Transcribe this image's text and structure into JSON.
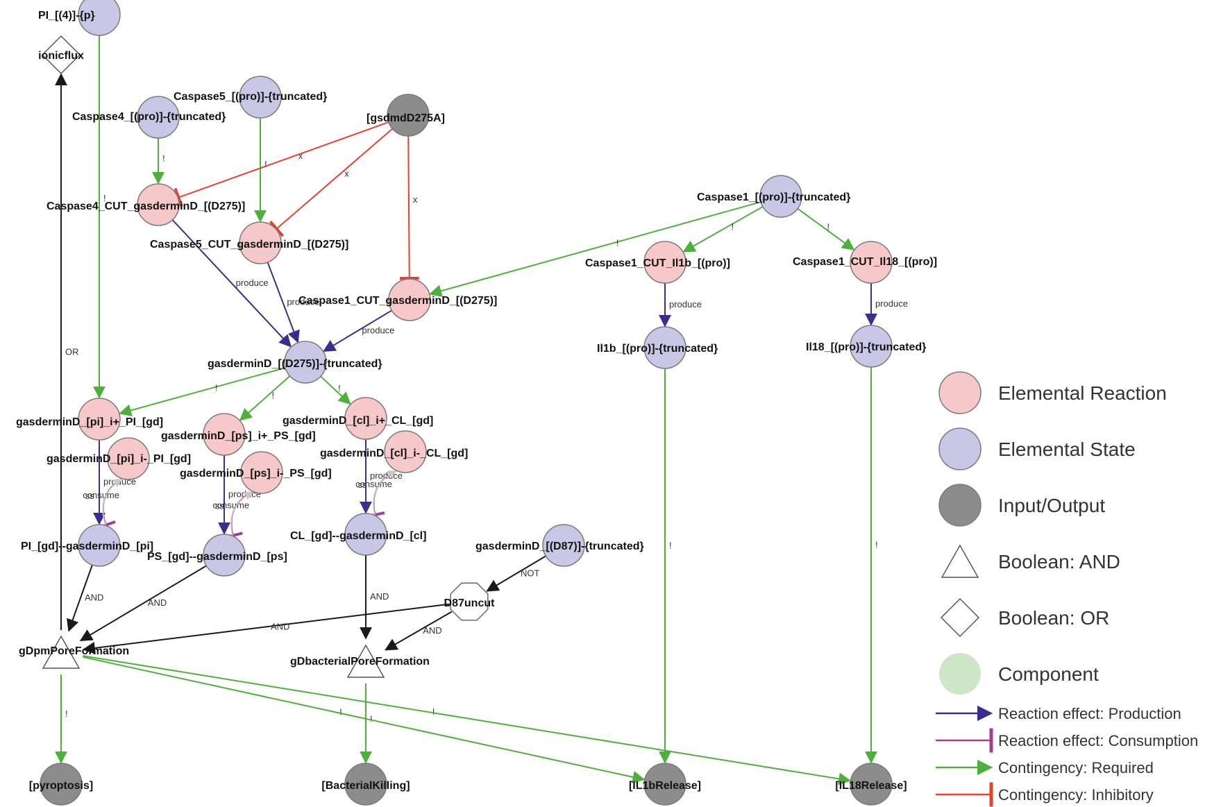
{
  "colors": {
    "reaction": "#f6c8c9",
    "state": "#c8c8e6",
    "io": "#8c8c8c",
    "component": "#cde6c8",
    "production": "#3a2d8f",
    "consumption": "#a43c96",
    "required": "#4db03a",
    "inhibitory": "#e8402b",
    "neutral": "#1a1a1a",
    "self": "#c8c8c8"
  },
  "nodes": [
    {
      "id": "pi4p",
      "label": "PI_[(4)]-{p}",
      "shape": "state"
    },
    {
      "id": "ionicflux",
      "label": "ionicflux",
      "shape": "or"
    },
    {
      "id": "casp5pro",
      "label": "Caspase5_[(pro)]-{truncated}",
      "shape": "state"
    },
    {
      "id": "casp4pro",
      "label": "Caspase4_[(pro)]-{truncated}",
      "shape": "state"
    },
    {
      "id": "gsdmd275a",
      "label": "[gsdmdD275A]",
      "shape": "io"
    },
    {
      "id": "casp4cut",
      "label": "Caspase4_CUT_gasderminD_[(D275)]",
      "shape": "reaction"
    },
    {
      "id": "casp5cut",
      "label": "Caspase5_CUT_gasderminD_[(D275)]",
      "shape": "reaction"
    },
    {
      "id": "casp1pro",
      "label": "Caspase1_[(pro)]-{truncated}",
      "shape": "state"
    },
    {
      "id": "casp1il1b",
      "label": "Caspase1_CUT_Il1b_[(pro)]",
      "shape": "reaction"
    },
    {
      "id": "casp1il18",
      "label": "Caspase1_CUT_Il18_[(pro)]",
      "shape": "reaction"
    },
    {
      "id": "casp1cut",
      "label": "Caspase1_CUT_gasderminD_[(D275)]",
      "shape": "reaction"
    },
    {
      "id": "il1btr",
      "label": "Il1b_[(pro)]-{truncated}",
      "shape": "state"
    },
    {
      "id": "il18tr",
      "label": "Il18_[(pro)]-{truncated}",
      "shape": "state"
    },
    {
      "id": "gsdmd275",
      "label": "gasderminD_[(D275)]-{truncated}",
      "shape": "state"
    },
    {
      "id": "pi_plus",
      "label": "gasderminD_[pi]_i+_PI_[gd]",
      "shape": "reaction"
    },
    {
      "id": "ps_plus",
      "label": "gasderminD_[ps]_i+_PS_[gd]",
      "shape": "reaction"
    },
    {
      "id": "cl_plus",
      "label": "gasderminD_[cl]_i+_CL_[gd]",
      "shape": "reaction"
    },
    {
      "id": "pi_minus",
      "label": "gasderminD_[pi]_i-_PI_[gd]",
      "shape": "reaction"
    },
    {
      "id": "ps_minus",
      "label": "gasderminD_[ps]_i-_PS_[gd]",
      "shape": "reaction"
    },
    {
      "id": "cl_minus",
      "label": "gasderminD_[cl]_i-_CL_[gd]",
      "shape": "reaction"
    },
    {
      "id": "pi_cplx",
      "label": "PI_[gd]--gasderminD_[pi]",
      "shape": "state"
    },
    {
      "id": "ps_cplx",
      "label": "PS_[gd]--gasderminD_[ps]",
      "shape": "state"
    },
    {
      "id": "cl_cplx",
      "label": "CL_[gd]--gasderminD_[cl]",
      "shape": "state"
    },
    {
      "id": "gsdmd87",
      "label": "gasderminD_[(D87)]-{truncated}",
      "shape": "state"
    },
    {
      "id": "d87uncut",
      "label": "D87uncut",
      "shape": "oct"
    },
    {
      "id": "gdpm",
      "label": "gDpmPoreFormation",
      "shape": "and"
    },
    {
      "id": "gdbact",
      "label": "gDbacterialPoreFormation",
      "shape": "and"
    },
    {
      "id": "pyroptosis",
      "label": "[pyroptosis]",
      "shape": "io"
    },
    {
      "id": "bactkill",
      "label": "[BacterialKilling]",
      "shape": "io"
    },
    {
      "id": "il1brel",
      "label": "[IL1bRelease]",
      "shape": "io"
    },
    {
      "id": "il18rel",
      "label": "[IL18Release]",
      "shape": "io"
    }
  ],
  "edges": [
    {
      "from": "pi4p",
      "to": "pi_plus",
      "type": "required",
      "label": "!"
    },
    {
      "from": "casp4pro",
      "to": "casp4cut",
      "type": "required",
      "label": "!"
    },
    {
      "from": "casp5pro",
      "to": "casp5cut",
      "type": "required",
      "label": "!"
    },
    {
      "from": "gsdmd275a",
      "to": "casp4cut",
      "type": "inhibitory",
      "label": "x"
    },
    {
      "from": "gsdmd275a",
      "to": "casp5cut",
      "type": "inhibitory",
      "label": "x"
    },
    {
      "from": "gsdmd275a",
      "to": "casp1cut",
      "type": "inhibitory",
      "label": "x"
    },
    {
      "from": "casp1pro",
      "to": "casp1cut",
      "type": "required",
      "label": "!"
    },
    {
      "from": "casp1pro",
      "to": "casp1il1b",
      "type": "required",
      "label": "!"
    },
    {
      "from": "casp1pro",
      "to": "casp1il18",
      "type": "required",
      "label": "!"
    },
    {
      "from": "casp1il1b",
      "to": "il1btr",
      "type": "production",
      "label": "produce"
    },
    {
      "from": "casp1il18",
      "to": "il18tr",
      "type": "production",
      "label": "produce"
    },
    {
      "from": "casp4cut",
      "to": "gsdmd275",
      "type": "production",
      "label": "produce"
    },
    {
      "from": "casp5cut",
      "to": "gsdmd275",
      "type": "production",
      "label": "produce"
    },
    {
      "from": "casp1cut",
      "to": "gsdmd275",
      "type": "production",
      "label": "produce"
    },
    {
      "from": "gsdmd275",
      "to": "pi_plus",
      "type": "required",
      "label": "!"
    },
    {
      "from": "gsdmd275",
      "to": "ps_plus",
      "type": "required",
      "label": "!"
    },
    {
      "from": "gsdmd275",
      "to": "cl_plus",
      "type": "required",
      "label": "!"
    },
    {
      "from": "pi_plus",
      "to": "pi_cplx",
      "type": "production",
      "label": "produce"
    },
    {
      "from": "ps_plus",
      "to": "ps_cplx",
      "type": "production",
      "label": "produce"
    },
    {
      "from": "cl_plus",
      "to": "cl_cplx",
      "type": "production",
      "label": "produce"
    },
    {
      "from": "pi_minus",
      "to": "pi_cplx",
      "type": "consumption",
      "label": "consume"
    },
    {
      "from": "ps_minus",
      "to": "ps_cplx",
      "type": "consumption",
      "label": "consume"
    },
    {
      "from": "cl_minus",
      "to": "cl_cplx",
      "type": "consumption",
      "label": "consume"
    },
    {
      "from": "pi_cplx",
      "to": "pi_minus",
      "type": "self",
      "label": "ss"
    },
    {
      "from": "ps_cplx",
      "to": "ps_minus",
      "type": "self",
      "label": "ss"
    },
    {
      "from": "cl_cplx",
      "to": "cl_minus",
      "type": "self",
      "label": "ss"
    },
    {
      "from": "pi_cplx",
      "to": "gdpm",
      "type": "neutral",
      "label": "AND"
    },
    {
      "from": "ps_cplx",
      "to": "gdpm",
      "type": "neutral",
      "label": "AND"
    },
    {
      "from": "d87uncut",
      "to": "gdpm",
      "type": "neutral",
      "label": "AND"
    },
    {
      "from": "cl_cplx",
      "to": "gdbact",
      "type": "neutral",
      "label": "AND"
    },
    {
      "from": "d87uncut",
      "to": "gdbact",
      "type": "neutral",
      "label": "AND"
    },
    {
      "from": "gsdmd87",
      "to": "d87uncut",
      "type": "neutral",
      "label": "NOT"
    },
    {
      "from": "gdpm",
      "to": "ionicflux",
      "type": "neutral",
      "label": "OR"
    },
    {
      "from": "gdpm",
      "to": "pyroptosis",
      "type": "required",
      "label": "!"
    },
    {
      "from": "gdpm",
      "to": "il1brel",
      "type": "required",
      "label": "!"
    },
    {
      "from": "gdpm",
      "to": "il18rel",
      "type": "required",
      "label": "!"
    },
    {
      "from": "gdbact",
      "to": "bactkill",
      "type": "required",
      "label": "!"
    },
    {
      "from": "il1btr",
      "to": "il1brel",
      "type": "required",
      "label": "!"
    },
    {
      "from": "il18tr",
      "to": "il18rel",
      "type": "required",
      "label": "!"
    }
  ],
  "legend": {
    "nodes": [
      {
        "label": "Elemental Reaction",
        "shape": "reaction"
      },
      {
        "label": "Elemental State",
        "shape": "state"
      },
      {
        "label": "Input/Output",
        "shape": "io"
      },
      {
        "label": "Boolean: AND",
        "shape": "and"
      },
      {
        "label": "Boolean: OR",
        "shape": "or"
      },
      {
        "label": "Component",
        "shape": "component"
      }
    ],
    "edges": [
      {
        "label": "Reaction effect: Production",
        "type": "production"
      },
      {
        "label": "Reaction effect: Consumption",
        "type": "consumption"
      },
      {
        "label": "Contingency: Required",
        "type": "required"
      },
      {
        "label": "Contingency: Inhibitory",
        "type": "inhibitory"
      }
    ]
  }
}
